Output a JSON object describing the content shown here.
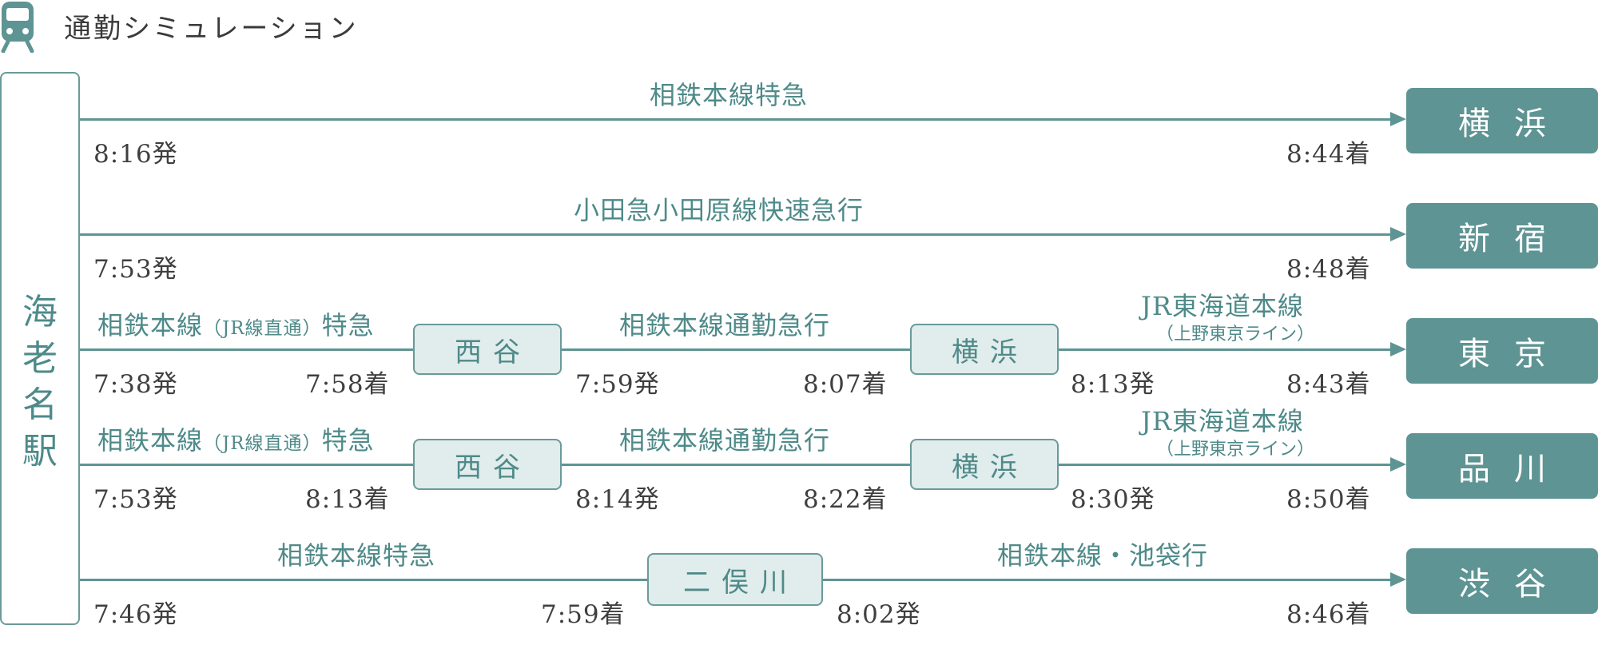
{
  "header": {
    "title": "通勤シミュレーション",
    "icon": "train-icon"
  },
  "origin": {
    "label": [
      "海",
      "老",
      "名",
      "駅"
    ]
  },
  "routes": [
    {
      "destination": "横浜",
      "segments": [
        {
          "line": "相鉄本線特急",
          "depart": "8:16発",
          "arrive": "8:44着"
        }
      ]
    },
    {
      "destination": "新宿",
      "segments": [
        {
          "line": "小田急小田原線快速急行",
          "depart": "7:53発",
          "arrive": "8:48着"
        }
      ]
    },
    {
      "destination": "東京",
      "segments": [
        {
          "line": "相鉄本線",
          "line_note": "（JR線直通）",
          "line_suffix": "特急",
          "depart": "7:38発",
          "arrive": "7:58着",
          "to": "西谷"
        },
        {
          "line": "相鉄本線通勤急行",
          "depart": "7:59発",
          "arrive": "8:07着",
          "to": "横浜"
        },
        {
          "line": "JR東海道本線",
          "line_sub": "（上野東京ライン）",
          "depart": "8:13発",
          "arrive": "8:43着"
        }
      ]
    },
    {
      "destination": "品川",
      "segments": [
        {
          "line": "相鉄本線",
          "line_note": "（JR線直通）",
          "line_suffix": "特急",
          "depart": "7:53発",
          "arrive": "8:13着",
          "to": "西谷"
        },
        {
          "line": "相鉄本線通勤急行",
          "depart": "8:14発",
          "arrive": "8:22着",
          "to": "横浜"
        },
        {
          "line": "JR東海道本線",
          "line_sub": "（上野東京ライン）",
          "depart": "8:30発",
          "arrive": "8:50着"
        }
      ]
    },
    {
      "destination": "渋谷",
      "segments": [
        {
          "line": "相鉄本線特急",
          "depart": "7:46発",
          "arrive": "7:59着",
          "to": "二俣川"
        },
        {
          "line": "相鉄本線・池袋行",
          "depart": "8:02発",
          "arrive": "8:46着"
        }
      ]
    }
  ],
  "colors": {
    "accent": "#5e9493",
    "text": "#3f3f3f",
    "transfer_bg": "#e1ecec",
    "border": "#6a9a99"
  }
}
